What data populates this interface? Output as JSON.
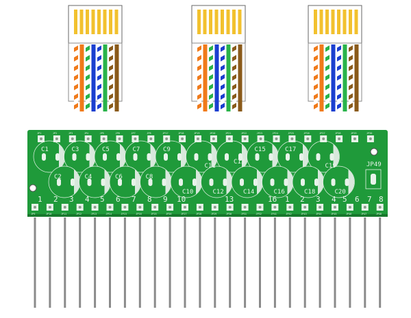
{
  "colors": {
    "pcb": "#1f9a3a",
    "silk": "#e8f3ea",
    "pin": "#8a8a8a",
    "gold": "#f2c12e",
    "orange": "#f07a1a",
    "green": "#29b34a",
    "blue": "#1b3fd0",
    "brown": "#8a5a1a"
  },
  "connectors": [
    {
      "name": "rj45-left"
    },
    {
      "name": "rj45-middle"
    },
    {
      "name": "rj45-right"
    }
  ],
  "wire_order": [
    "white-orange",
    "orange",
    "white-green",
    "blue",
    "white-blue",
    "green",
    "white-brown",
    "brown"
  ],
  "board": {
    "caps_top": [
      "C1",
      "C3",
      "C5",
      "C7",
      "C9",
      "C11",
      "C13",
      "C15",
      "C17",
      "C19"
    ],
    "caps_bottom": [
      "C2",
      "C4",
      "C6",
      "C8",
      "C10",
      "C12",
      "C14",
      "C16",
      "C18",
      "C20"
    ],
    "jp_top": [
      "JP1",
      "JP2",
      "JP3",
      "JP4",
      "JP5",
      "JP6",
      "JP7",
      "JP8",
      "JP17",
      "JP18",
      "JP19",
      "JP20",
      "JP21",
      "JP22",
      "JP23",
      "JP24",
      "JP25",
      "JP26",
      "JP27",
      "JP28",
      "JP29",
      "JP30"
    ],
    "jp_bottom": [
      "JP9",
      "JP10",
      "JP11",
      "JP12",
      "JP13",
      "JP14",
      "JP15",
      "JP16",
      "JP25",
      "JP26",
      "JP27",
      "JP28",
      "JP29",
      "JP30",
      "JP31",
      "JP32",
      "JP41",
      "JP42",
      "JP43",
      "JP44",
      "JP45",
      "JP46",
      "JP47",
      "JP48"
    ],
    "pin_numbers": [
      "1",
      "2",
      "3",
      "4",
      "5",
      "6",
      "7",
      "8",
      "9",
      "10",
      "13",
      "16",
      "1",
      "2",
      "3",
      "4",
      "5",
      "6",
      "7",
      "8"
    ],
    "jp49": "JP49"
  }
}
